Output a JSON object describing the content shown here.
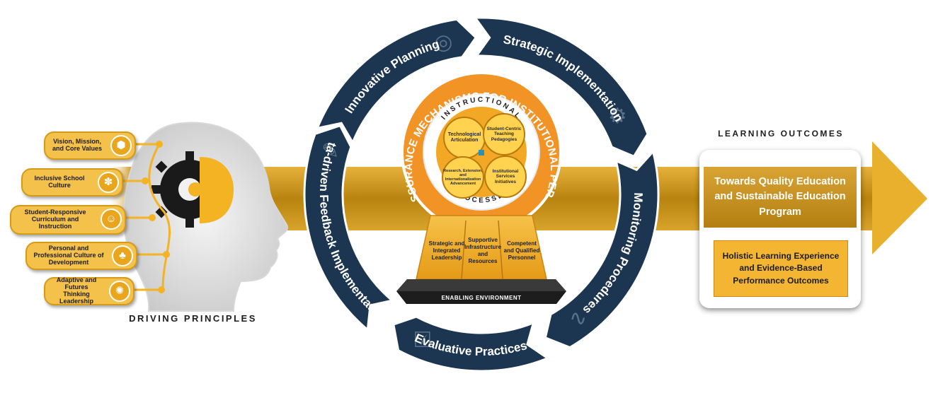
{
  "driving_principles": {
    "label": "DRIVING PRINCIPLES",
    "items": [
      {
        "text": "Vision, Mission, and Core Values",
        "icon": "hexagon-cluster-icon"
      },
      {
        "text": "Inclusive School Culture",
        "icon": "people-circle-icon"
      },
      {
        "text": "Student-Responsive Curriculum and Instruction",
        "icon": "student-reading-icon"
      },
      {
        "text": "Personal and Professional Culture of Development",
        "icon": "group-growth-icon"
      },
      {
        "text": "Adaptive and Futures Thinking Leadership",
        "icon": "thinking-head-icon"
      }
    ]
  },
  "cycle": {
    "stages": [
      {
        "label": "Innovative Planning",
        "icon": "target-icon"
      },
      {
        "label": "Strategic Implementation",
        "icon": "gears-icon"
      },
      {
        "label": "Monitoring Procedures",
        "icon": "pulse-monitor-icon"
      },
      {
        "label": "Evaluative Practices",
        "icon": "checklist-icon"
      },
      {
        "label": "Data-driven Feedback Implementation",
        "icon": "feedback-chart-icon"
      }
    ]
  },
  "core": {
    "outer_ring_label": "QUALITY ASSURANCE MECHANISMS FOR INSTITUTIONAL PERFORMANCE",
    "inner_top_label": "INSTRUCTIONAL",
    "inner_bottom_label": "PROCESSES",
    "quadrants": [
      "Technological Articulation",
      "Student-Centric Teaching Pedagogies",
      "Research, Extension, and Internationalization Advancement",
      "Institutional Services Initiatives"
    ],
    "pillars": [
      "Strategic and Integrated Leadership",
      "Supportive Infrastructure and Resources",
      "Competent and Qualified Personnel"
    ],
    "base_label": "ENABLING ENVIRONMENT"
  },
  "learning_outcomes": {
    "label": "LEARNING OUTCOMES",
    "primary": "Towards Quality Education and Sustainable Education Program",
    "secondary": "Holistic Learning Experience and Evidence-Based Performance Outcomes"
  },
  "colors": {
    "navy": "#1c3550",
    "gold": "#f4b323",
    "dark_gold": "#b37a06",
    "orange": "#e87a1e",
    "ring_orange": "#f29326"
  }
}
